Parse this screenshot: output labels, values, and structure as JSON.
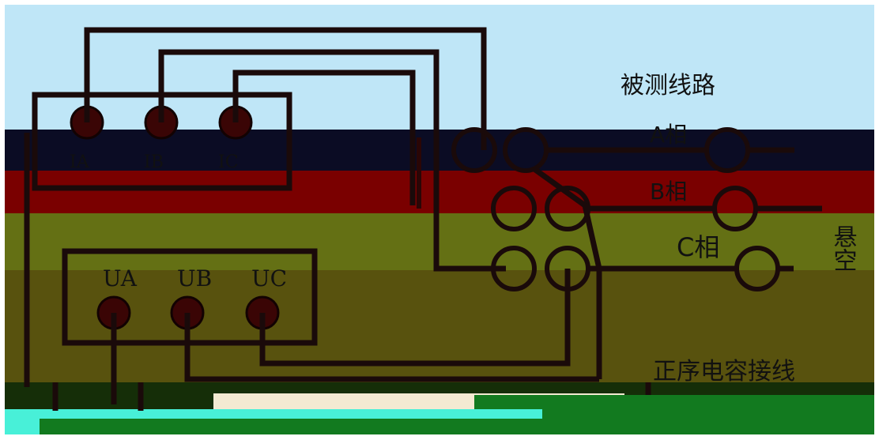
{
  "diagram": {
    "title": "被测线路",
    "phase_a_label": "A相",
    "phase_b_label": "B相",
    "phase_c_label": "C相",
    "floating_label": "悬空",
    "method_label": "正序电容接线",
    "meter_terminals": [
      "UA",
      "UB",
      "UC"
    ],
    "current_terminals": [
      "IA",
      "IB",
      "IC"
    ],
    "colors": {
      "sky": "#bfe6f7",
      "navy_band": "#0b0c24",
      "red_band": "#7a0000",
      "olive": "#647014",
      "olive_dark": "#58520e",
      "dark_green": "#152e08",
      "green": "#127a1f",
      "cyan": "#48f0d8",
      "wire": "#1a0a0a",
      "terminal": "#3a0505"
    }
  }
}
